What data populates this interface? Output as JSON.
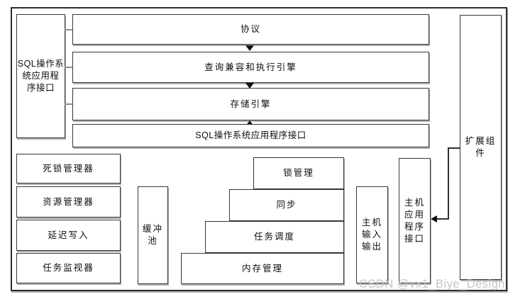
{
  "diagram": {
    "left_api": {
      "label": "SQL操作系统应用程序接口",
      "lines": [
        "SQL操作系",
        "统应用程",
        "序接口"
      ]
    },
    "top_stack": [
      "协议",
      "查询兼容和执行引擎",
      "存储引擎",
      "SQL操作系统应用程序接口"
    ],
    "left_column": [
      "死锁管理器",
      "资源管理器",
      "延迟写入",
      "任务监视器"
    ],
    "buffer_pool": {
      "label": "缓冲池",
      "lines": [
        "缓冲",
        "池"
      ]
    },
    "pyramid": [
      "锁管理",
      "同步",
      "任务调度",
      "内存管理"
    ],
    "host_io": {
      "label": "主机输入输出",
      "lines": [
        "主机",
        "输入",
        "输出"
      ]
    },
    "host_api": {
      "label": "主机应用程序接口",
      "lines": [
        "主机",
        "应用",
        "程序",
        "接口"
      ]
    },
    "extension": {
      "label": "扩展组件",
      "lines": [
        "扩展组",
        "件"
      ]
    },
    "watermark": "CSDN @vx1_Biye_Design",
    "colors": {
      "box_border": "#363636",
      "outer_border": "#2e2e2e",
      "stub_gray": "#8f8f8f",
      "arrow_black": "#111111",
      "watermark_gray": "#c6c6c6",
      "background": "#ffffff",
      "text": "#0d0d0d"
    }
  }
}
